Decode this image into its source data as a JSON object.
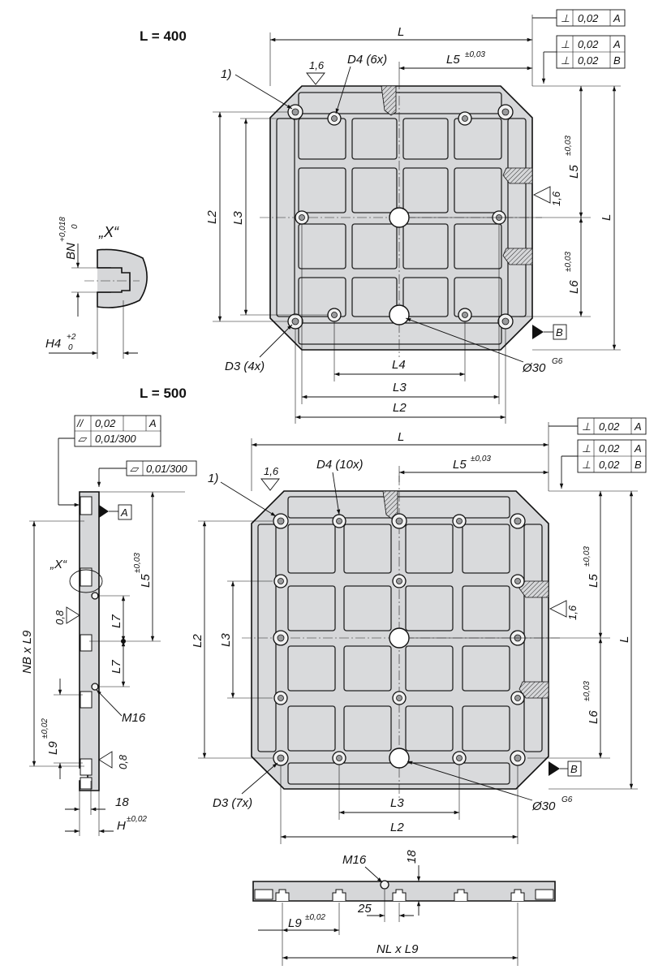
{
  "top_view_400": {
    "title": "L = 400",
    "L": "L",
    "L2": "L2",
    "L3": "L3",
    "L4": "L4",
    "L5": "L5",
    "L6": "L6",
    "tol_003": "±0,03",
    "note_1": "1)",
    "roughness": "1,6",
    "d4": "D4 (6x)",
    "d3": "D3 (4x)",
    "d30": "Ø30",
    "g6": "G6",
    "tol_rows": [
      {
        "sym": "⊥",
        "val": "0,02",
        "ref": "A"
      },
      {
        "sym": "⊥",
        "val": "0,02",
        "ref": "A"
      },
      {
        "sym": "⊥",
        "val": "0,02",
        "ref": "B"
      }
    ],
    "datum_b": "B"
  },
  "detail_x": {
    "label": "„X“",
    "bn": "BN",
    "bn_tol_up": "+0,018",
    "bn_tol_lo": "0",
    "h4": "H4",
    "h4_tol_up": "+2",
    "h4_tol_lo": "0"
  },
  "top_view_500": {
    "title": "L = 500",
    "L": "L",
    "L2": "L2",
    "L3": "L3",
    "L5": "L5",
    "L6": "L6",
    "tol_003": "±0,03",
    "note_1": "1)",
    "roughness": "1,6",
    "d4": "D4 (10x)",
    "d3": "D3 (7x)",
    "d30": "Ø30",
    "g6": "G6",
    "tol_rows": [
      {
        "sym": "⊥",
        "val": "0,02",
        "ref": "A"
      },
      {
        "sym": "⊥",
        "val": "0,02",
        "ref": "A"
      },
      {
        "sym": "⊥",
        "val": "0,02",
        "ref": "B"
      }
    ],
    "datum_b": "B"
  },
  "side_view": {
    "tol_rows": [
      {
        "sym": "//",
        "val": "0,02",
        "ref": "A"
      },
      {
        "sym": "▱",
        "val": "0,01/300",
        "ref": ""
      }
    ],
    "flat": {
      "sym": "▱",
      "val": "0,01/300"
    },
    "datum_a": "A",
    "x_label": "„X“",
    "nb_l9": "NB x L9",
    "l5": "L5",
    "tol_003": "±0,03",
    "l7": "L7",
    "rough_08": "0,8",
    "l9": "L9",
    "tol_002": "±0,02",
    "m16": "M16",
    "d18": "18",
    "h": "H"
  },
  "bottom_view": {
    "m16": "M16",
    "d18": "18",
    "d25": "25",
    "l9": "L9",
    "tol_002": "±0,02",
    "nl_l9": "NL x L9"
  }
}
